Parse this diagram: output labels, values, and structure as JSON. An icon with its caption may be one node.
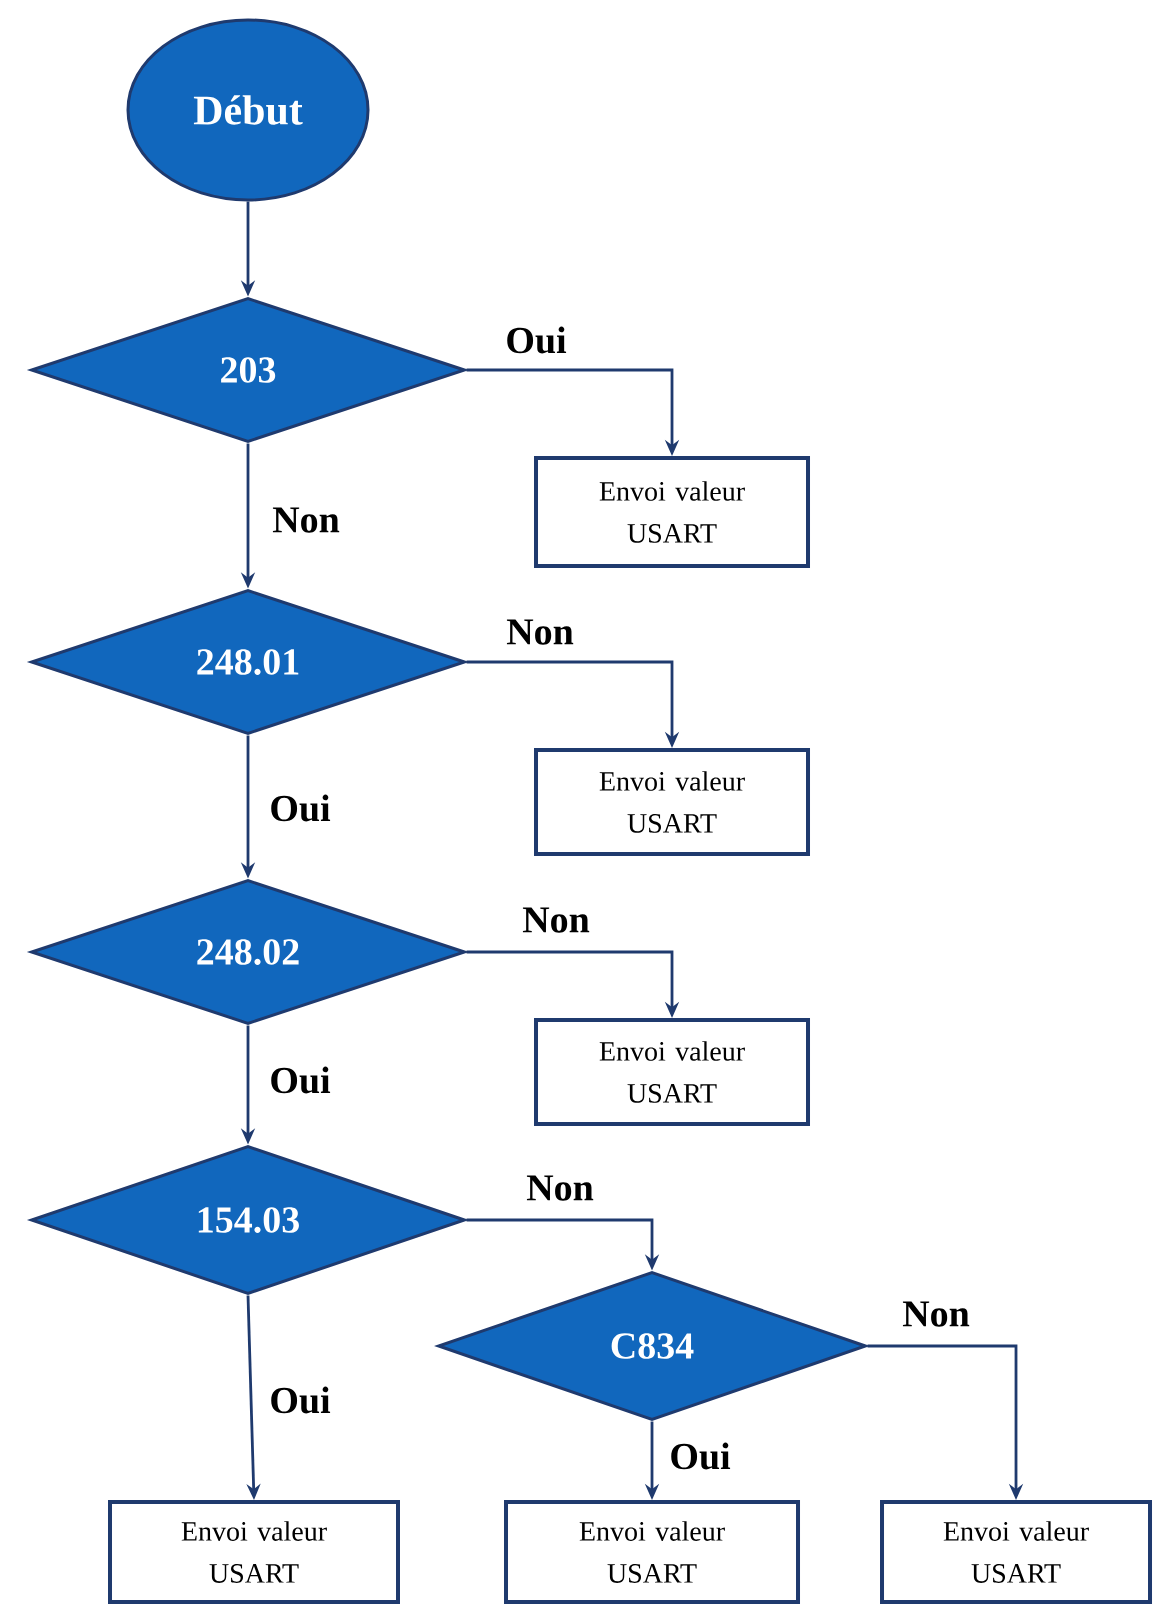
{
  "diagram": {
    "nodes": [
      {
        "text": [
          "Début"
        ]
      },
      {
        "text": [
          "203"
        ]
      },
      {
        "text": [
          "Envoi valeur USART"
        ]
      },
      {
        "text": [
          "248.01"
        ]
      },
      {
        "text": [
          "Envoi valeur USART"
        ]
      },
      {
        "text": [
          "248.02"
        ]
      },
      {
        "text": [
          "Envoi valeur USART"
        ]
      },
      {
        "text": [
          "154.03"
        ]
      },
      {
        "text": [
          "C834"
        ]
      },
      {
        "text": [
          "Envoi valeur USART"
        ]
      },
      {
        "text": [
          "Envoi valeur USART"
        ]
      },
      {
        "text": [
          "Envoi valeur USART"
        ]
      }
    ],
    "edges": [
      {
        "from": 0,
        "to": 1,
        "arrow": "to"
      },
      {
        "from": 1,
        "to": 2,
        "arrow": "to",
        "label": "Oui"
      },
      {
        "from": 1,
        "to": 3,
        "arrow": "to",
        "label": "Non"
      },
      {
        "from": 3,
        "to": 4,
        "arrow": "to",
        "label": "Non"
      },
      {
        "from": 3,
        "to": 5,
        "arrow": "to",
        "label": "Oui"
      },
      {
        "from": 5,
        "to": 6,
        "arrow": "to",
        "label": "Non"
      },
      {
        "from": 5,
        "to": 7,
        "arrow": "to",
        "label": "Oui"
      },
      {
        "from": 7,
        "to": 8,
        "arrow": "to",
        "label": "Non"
      },
      {
        "from": 7,
        "to": 9,
        "arrow": "to",
        "label": "Oui"
      },
      {
        "from": 8,
        "to": 10,
        "arrow": "to",
        "label": "Oui"
      },
      {
        "from": 8,
        "to": 11,
        "arrow": "to",
        "label": "Non"
      }
    ]
  }
}
